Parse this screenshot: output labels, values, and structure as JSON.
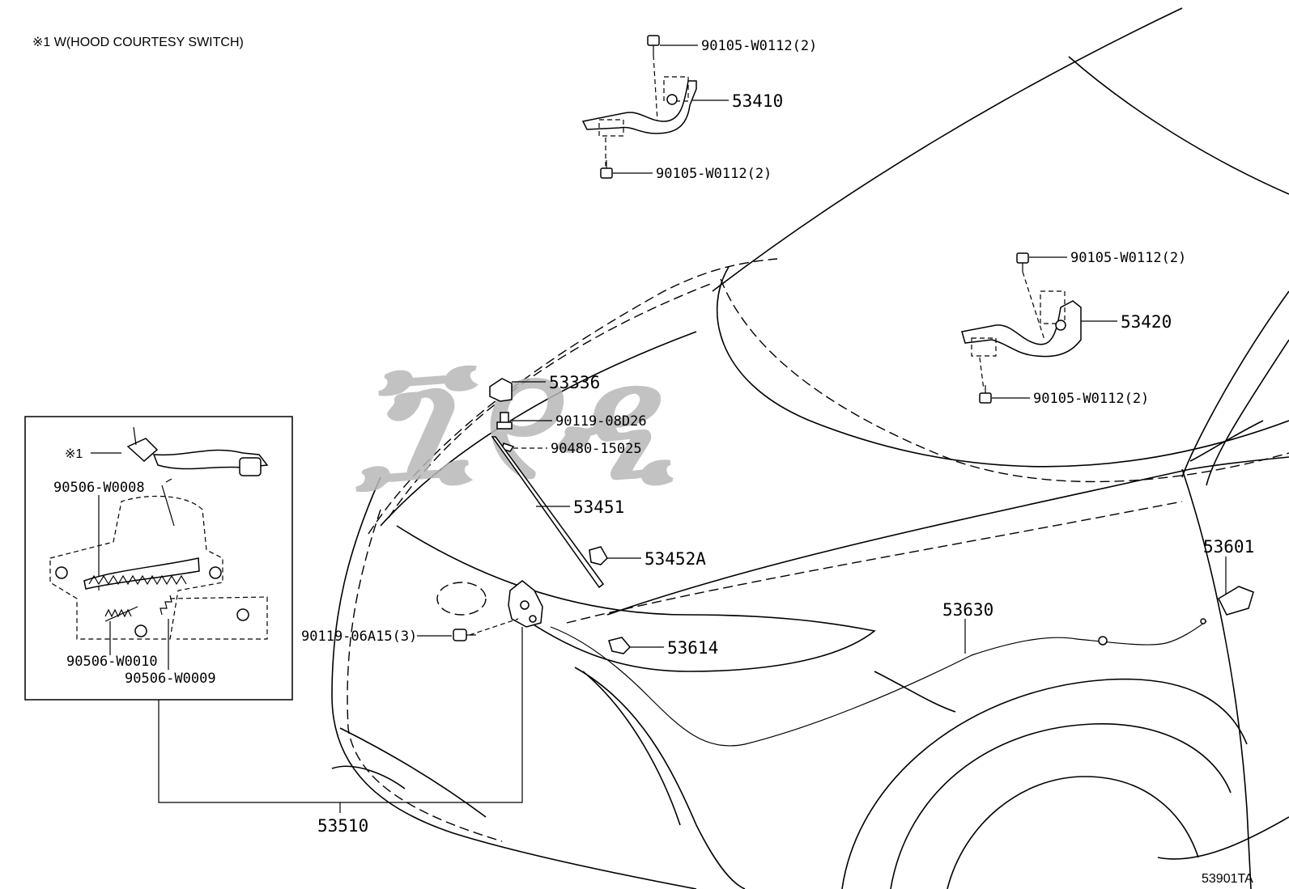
{
  "note": "※1 W(HOOD COURTESY SWITCH)",
  "watermark": "ጟ୧ዲ",
  "diagram_code": "53901TA",
  "parts": {
    "bolt_53410_top": "90105-W0112(2)",
    "hinge_left": "53410",
    "bolt_53410_bottom": "90105-W0112(2)",
    "bolt_53420_top": "90105-W0112(2)",
    "hinge_right": "53420",
    "bolt_53420_bottom": "90105-W0112(2)",
    "support_holder": "53336",
    "screw_holder": "90119-08D26",
    "clip_rod": "90480-15025",
    "support_rod": "53451",
    "rod_clamp": "53452A",
    "lock_bolts": "90119-06A15(3)",
    "cable_clamp": "53614",
    "release_cable": "53630",
    "release_lever": "53601",
    "hood_lock": "53510"
  },
  "inset": {
    "switch_ref": "※1",
    "spring_a": "90506-W0008",
    "spring_b": "90506-W0010",
    "spring_c": "90506-W0009"
  }
}
